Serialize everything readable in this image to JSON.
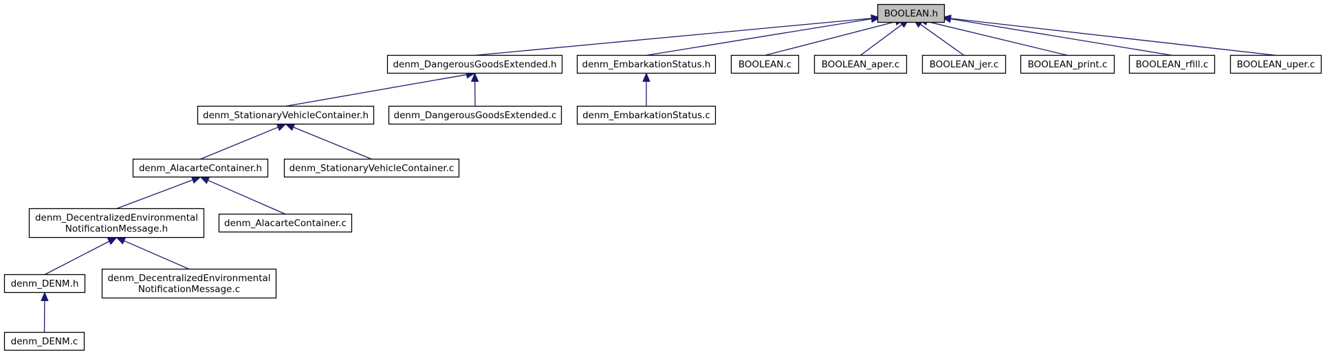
{
  "diagram": {
    "type": "include-dependency-graph",
    "colors": {
      "edge": "#191970",
      "root_fill": "#bfbfbf",
      "node_fill": "#ffffff",
      "node_stroke": "#000000"
    },
    "nodes": [
      {
        "id": "boolean_h",
        "lines": [
          "BOOLEAN.h"
        ],
        "root": true
      },
      {
        "id": "dge_h",
        "lines": [
          "denm_DangerousGoodsExtended.h"
        ]
      },
      {
        "id": "emb_h",
        "lines": [
          "denm_EmbarkationStatus.h"
        ]
      },
      {
        "id": "boolean_c",
        "lines": [
          "BOOLEAN.c"
        ]
      },
      {
        "id": "boolean_aper",
        "lines": [
          "BOOLEAN_aper.c"
        ]
      },
      {
        "id": "boolean_jer",
        "lines": [
          "BOOLEAN_jer.c"
        ]
      },
      {
        "id": "boolean_print",
        "lines": [
          "BOOLEAN_print.c"
        ]
      },
      {
        "id": "boolean_rfill",
        "lines": [
          "BOOLEAN_rfill.c"
        ]
      },
      {
        "id": "boolean_uper",
        "lines": [
          "BOOLEAN_uper.c"
        ]
      },
      {
        "id": "svc_h",
        "lines": [
          "denm_StationaryVehicleContainer.h"
        ]
      },
      {
        "id": "dge_c",
        "lines": [
          "denm_DangerousGoodsExtended.c"
        ]
      },
      {
        "id": "emb_c",
        "lines": [
          "denm_EmbarkationStatus.c"
        ]
      },
      {
        "id": "alc_h",
        "lines": [
          "denm_AlacarteContainer.h"
        ]
      },
      {
        "id": "svc_c",
        "lines": [
          "denm_StationaryVehicleContainer.c"
        ]
      },
      {
        "id": "denm_msg_h",
        "lines": [
          "denm_DecentralizedEnvironmental",
          "NotificationMessage.h"
        ]
      },
      {
        "id": "alc_c",
        "lines": [
          "denm_AlacarteContainer.c"
        ]
      },
      {
        "id": "denm_h",
        "lines": [
          "denm_DENM.h"
        ]
      },
      {
        "id": "denm_msg_c",
        "lines": [
          "denm_DecentralizedEnvironmental",
          "NotificationMessage.c"
        ]
      },
      {
        "id": "denm_c",
        "lines": [
          "denm_DENM.c"
        ]
      }
    ],
    "edges": [
      {
        "from": "dge_h",
        "to": "boolean_h"
      },
      {
        "from": "emb_h",
        "to": "boolean_h"
      },
      {
        "from": "boolean_c",
        "to": "boolean_h"
      },
      {
        "from": "boolean_aper",
        "to": "boolean_h"
      },
      {
        "from": "boolean_jer",
        "to": "boolean_h"
      },
      {
        "from": "boolean_print",
        "to": "boolean_h"
      },
      {
        "from": "boolean_rfill",
        "to": "boolean_h"
      },
      {
        "from": "boolean_uper",
        "to": "boolean_h"
      },
      {
        "from": "svc_h",
        "to": "dge_h"
      },
      {
        "from": "dge_c",
        "to": "dge_h"
      },
      {
        "from": "emb_c",
        "to": "emb_h"
      },
      {
        "from": "alc_h",
        "to": "svc_h"
      },
      {
        "from": "svc_c",
        "to": "svc_h"
      },
      {
        "from": "denm_msg_h",
        "to": "alc_h"
      },
      {
        "from": "alc_c",
        "to": "alc_h"
      },
      {
        "from": "denm_h",
        "to": "denm_msg_h"
      },
      {
        "from": "denm_msg_c",
        "to": "denm_msg_h"
      },
      {
        "from": "denm_c",
        "to": "denm_h"
      }
    ]
  }
}
